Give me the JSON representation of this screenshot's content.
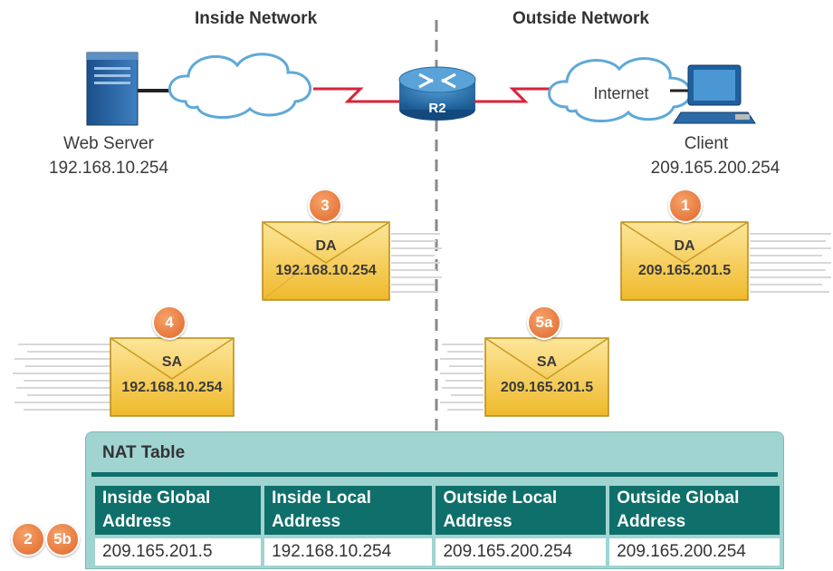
{
  "headers": {
    "inside": "Inside Network",
    "outside": "Outside Network"
  },
  "router": {
    "label": "R2"
  },
  "cloud": {
    "internet": "Internet"
  },
  "web_server": {
    "name": "Web Server",
    "ip": "192.168.10.254"
  },
  "client": {
    "name": "Client",
    "ip": "209.165.200.254"
  },
  "packets": [
    {
      "step": "3",
      "field": "DA",
      "address": "192.168.10.254"
    },
    {
      "step": "1",
      "field": "DA",
      "address": "209.165.201.5"
    },
    {
      "step": "4",
      "field": "SA",
      "address": "192.168.10.254"
    },
    {
      "step": "5a",
      "field": "SA",
      "address": "209.165.201.5"
    }
  ],
  "row_steps": [
    "2",
    "5b"
  ],
  "nat_table": {
    "title": "NAT Table",
    "columns": [
      "Inside Global Address",
      "Inside Local Address",
      "Outside Local Address",
      "Outside Global Address"
    ],
    "rows": [
      [
        "209.165.201.5",
        "192.168.10.254",
        "209.165.200.254",
        "209.165.200.254"
      ]
    ]
  },
  "colors": {
    "teal": "#0f6f6a",
    "table_bg": "#9fd4d1",
    "badge": "#e0662a",
    "envelope": "#f3c63c",
    "link": "#d8233a"
  }
}
